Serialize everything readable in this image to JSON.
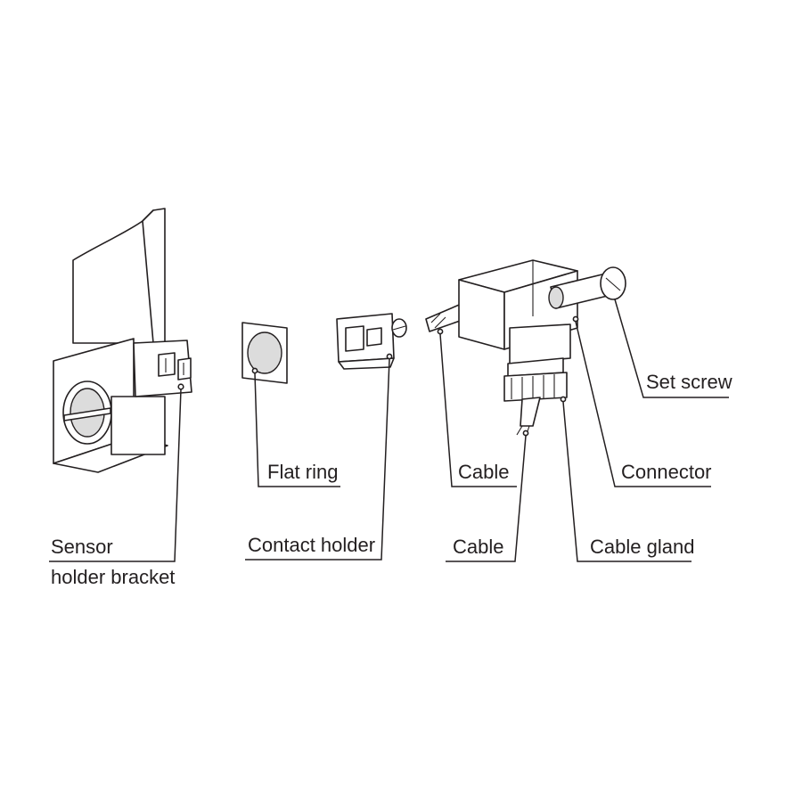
{
  "labels": {
    "sensor_line1": "Sensor",
    "sensor_line2": "holder bracket",
    "flat_ring": "Flat ring",
    "contact_holder": "Contact holder",
    "cable_upper": "Cable",
    "cable_lower": "Cable",
    "connector": "Connector",
    "cable_gland": "Cable gland",
    "set_screw": "Set screw"
  },
  "colors": {
    "line": "#231f20",
    "background": "#ffffff"
  }
}
